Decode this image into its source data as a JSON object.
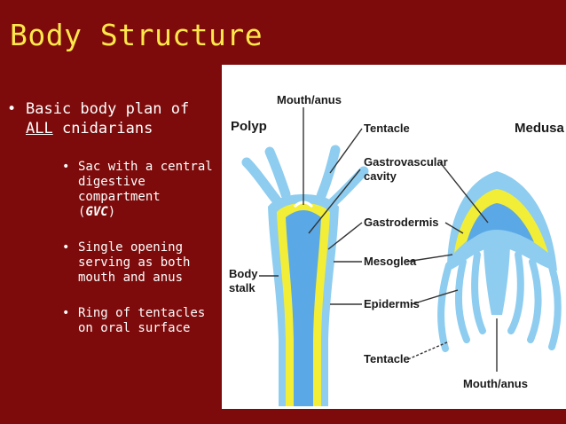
{
  "title": "Body Structure",
  "bullet": {
    "pre": "Basic body plan of ",
    "emph": "ALL",
    "post": " cnidarians"
  },
  "sub1": {
    "line1": "Sac with a central",
    "line2": "digestive",
    "line3": "compartment",
    "open": "(",
    "emph": "GVC",
    "close": ")"
  },
  "sub2": {
    "line1": "Single opening",
    "line2": "serving as both",
    "line3": "mouth and anus"
  },
  "sub3": {
    "line1": "Ring of tentacles",
    "line2": "on oral surface"
  },
  "diagram": {
    "mouth_anus_top": "Mouth/anus",
    "polyp": "Polyp",
    "tentacle_top": "Tentacle",
    "medusa": "Medusa",
    "gvc_line1": "Gastrovascular",
    "gvc_line2": "cavity",
    "gastrodermis": "Gastrodermis",
    "mesoglea": "Mesoglea",
    "body_stalk_line1": "Body",
    "body_stalk_line2": "stalk",
    "epidermis": "Epidermis",
    "tentacle_bottom": "Tentacle",
    "mouth_anus_bottom": "Mouth/anus"
  },
  "colors": {
    "background": "#7d0b0b",
    "title": "#ffe84a",
    "epidermis_blue": "#8ecdf0",
    "gvc_blue": "#5aa9e6",
    "gastrodermis_yellow": "#f2ee38"
  }
}
